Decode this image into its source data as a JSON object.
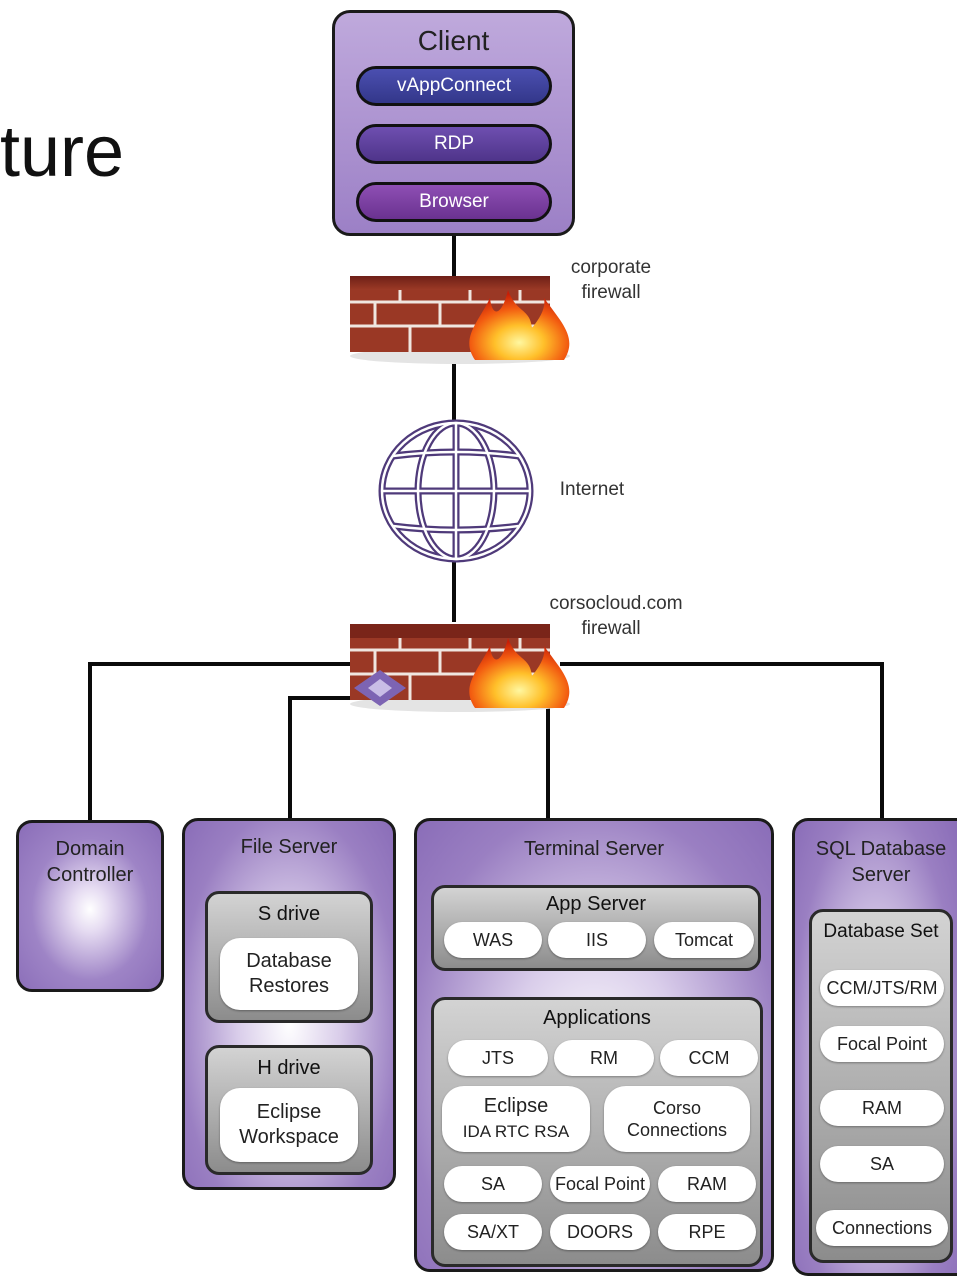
{
  "slide": {
    "title_fragment": "ture"
  },
  "client": {
    "title": "Client",
    "buttons": [
      {
        "label": "vAppConnect",
        "color": "#3b3f9a"
      },
      {
        "label": "RDP",
        "color": "#5b3f9c"
      },
      {
        "label": "Browser",
        "color": "#7a3fa0"
      }
    ]
  },
  "corporate_firewall": {
    "line1": "corporate",
    "line2": "firewall"
  },
  "internet": {
    "label": "Internet"
  },
  "cloud_firewall": {
    "line1": "corsocloud.com",
    "line2": "firewall"
  },
  "domain_controller": {
    "line1": "Domain",
    "line2": "Controller"
  },
  "file_server": {
    "title": "File Server",
    "s_drive": {
      "title": "S drive",
      "item_line1": "Database",
      "item_line2": "Restores"
    },
    "h_drive": {
      "title": "H drive",
      "item_line1": "Eclipse",
      "item_line2": "Workspace"
    }
  },
  "terminal_server": {
    "title": "Terminal Server",
    "app_server": {
      "title": "App Server",
      "items": [
        "WAS",
        "IIS",
        "Tomcat"
      ]
    },
    "applications": {
      "title": "Applications",
      "row1": [
        "JTS",
        "RM",
        "CCM"
      ],
      "eclipse": {
        "line1": "Eclipse",
        "line2": "IDA  RTC RSA"
      },
      "corso": {
        "line1": "Corso",
        "line2": "Connections"
      },
      "row3": [
        "SA",
        "Focal Point",
        "RAM"
      ],
      "row4": [
        "SA/XT",
        "DOORS",
        "RPE"
      ]
    }
  },
  "sql_server": {
    "title_line1": "SQL Database",
    "title_line2": "Server",
    "database_set": {
      "title": "Database Set",
      "items": [
        "CCM/JTS/RM",
        "Focal Point",
        "RAM",
        "SA",
        "Connections"
      ]
    }
  },
  "colors": {
    "panel_purple": "#8a6db8",
    "brick": "#8b2a1e",
    "globe": "#6a4d9c"
  }
}
